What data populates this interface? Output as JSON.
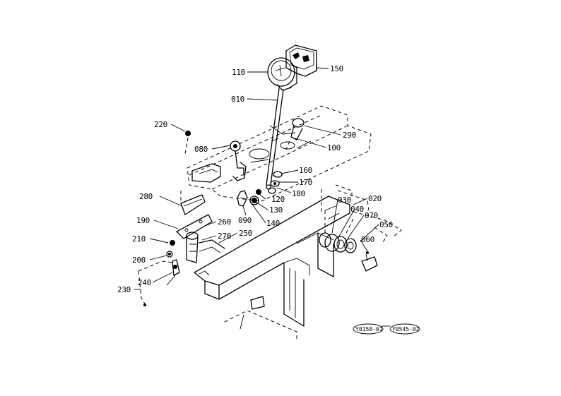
{
  "diagram": {
    "part_labels": [
      {
        "id": "p110",
        "text": "110"
      },
      {
        "id": "p150",
        "text": "150"
      },
      {
        "id": "p010",
        "text": "010"
      },
      {
        "id": "p220",
        "text": "220"
      },
      {
        "id": "p290",
        "text": "290"
      },
      {
        "id": "p080",
        "text": "080"
      },
      {
        "id": "p100",
        "text": "100"
      },
      {
        "id": "p160",
        "text": "160"
      },
      {
        "id": "p170",
        "text": "170"
      },
      {
        "id": "p180",
        "text": "180"
      },
      {
        "id": "p280",
        "text": "280"
      },
      {
        "id": "p120",
        "text": "120"
      },
      {
        "id": "p020",
        "text": "020"
      },
      {
        "id": "p030",
        "text": "030"
      },
      {
        "id": "p040",
        "text": "040"
      },
      {
        "id": "p130",
        "text": "130"
      },
      {
        "id": "p070",
        "text": "070"
      },
      {
        "id": "p050",
        "text": "050"
      },
      {
        "id": "p190",
        "text": "190"
      },
      {
        "id": "p090",
        "text": "090"
      },
      {
        "id": "p140",
        "text": "140"
      },
      {
        "id": "p260",
        "text": "260"
      },
      {
        "id": "p270",
        "text": "270"
      },
      {
        "id": "p250",
        "text": "250"
      },
      {
        "id": "p210",
        "text": "210"
      },
      {
        "id": "p060",
        "text": "060"
      },
      {
        "id": "p200",
        "text": "200"
      },
      {
        "id": "p240",
        "text": "240"
      },
      {
        "id": "p230",
        "text": "230"
      }
    ],
    "reference_codes": [
      "Y0158-01",
      "Y0545-02"
    ]
  }
}
